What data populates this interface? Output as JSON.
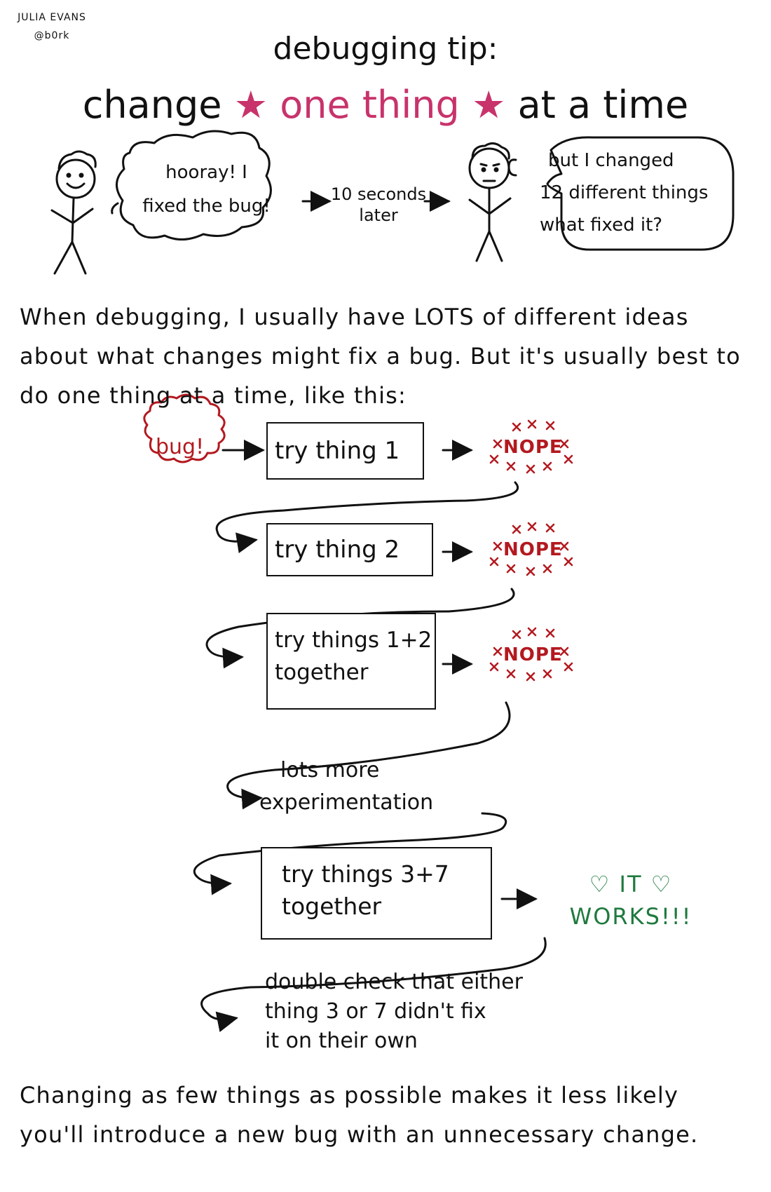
{
  "author": {
    "name": "JULIA EVANS",
    "handle": "@b0rk"
  },
  "title": {
    "line1": "debugging tip:",
    "change": "change",
    "star": "★",
    "one_thing": "one thing",
    "rest": "at a time"
  },
  "comic": {
    "bubble_left": [
      "hooray! I",
      "fixed the bug!"
    ],
    "transition": [
      "10 seconds",
      "later"
    ],
    "bubble_right": [
      "but I changed",
      "12 different things",
      "what fixed it?"
    ]
  },
  "intro": "When debugging, I usually have LOTS of different ideas about what changes might fix a bug. But it's usually best to do one thing at a time, like this:",
  "flow": {
    "start": "bug!",
    "steps": [
      {
        "label": "try thing 1",
        "result": "NOPE"
      },
      {
        "label": "try thing 2",
        "result": "NOPE"
      },
      {
        "label": "try things 1+2 together",
        "result": "NOPE"
      }
    ],
    "more": [
      "lots more",
      "experimentation"
    ],
    "final_step": "try things 3+7 together",
    "success": [
      "♡ IT ♡",
      "WORKS!!!"
    ],
    "double_check": [
      "double check that either",
      "thing 3 or 7 didn't fix",
      "it on their own"
    ]
  },
  "conclusion": "Changing as few things as possible makes it less likely you'll introduce a new bug with an unnecessary change."
}
